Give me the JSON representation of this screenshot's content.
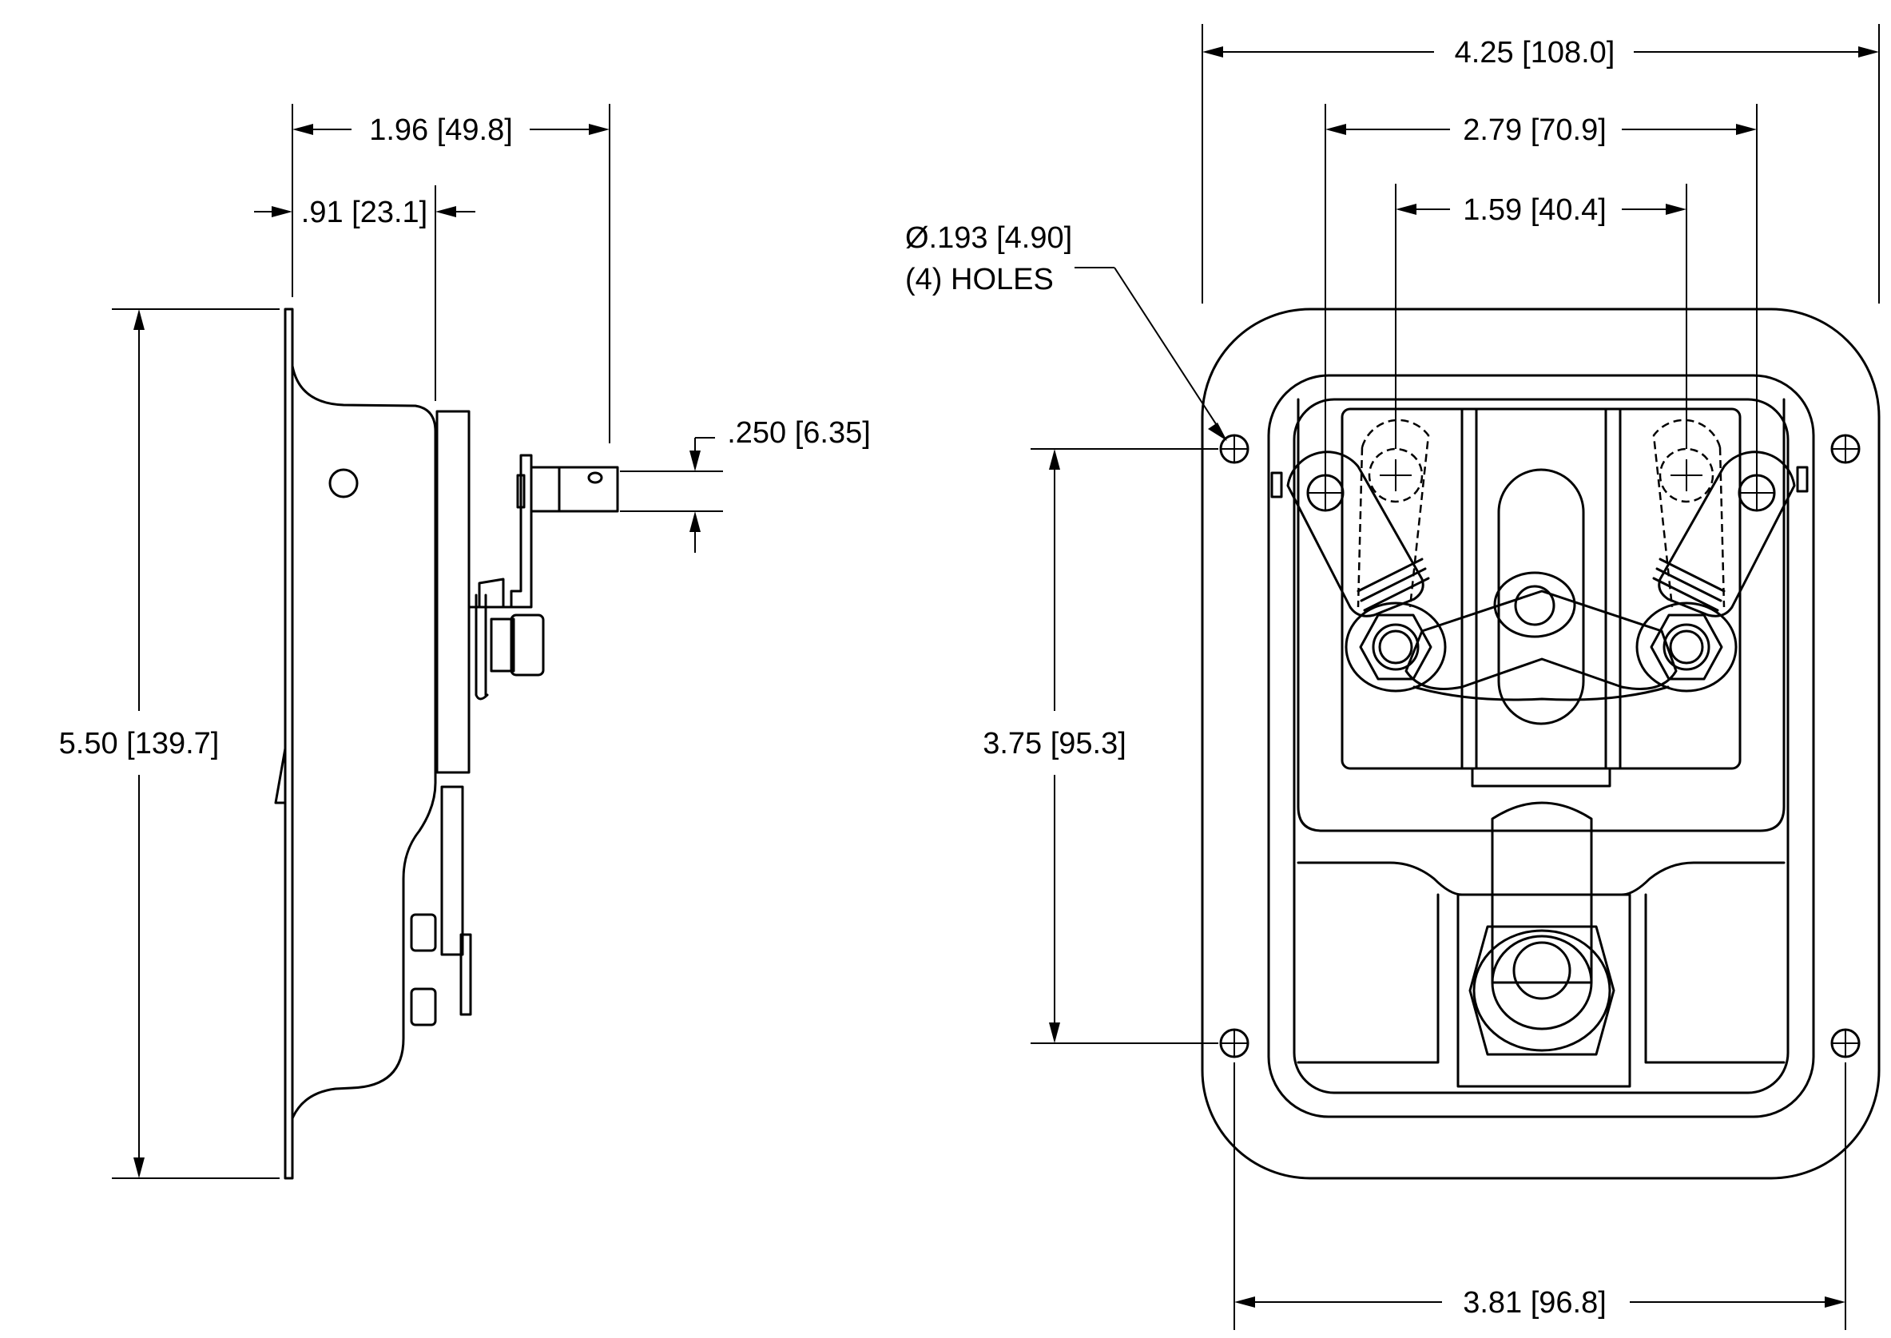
{
  "dimensions": {
    "side_flange_to_tip": "1.96 [49.8]",
    "side_depth": ".91 [23.1]",
    "shaft_thickness": ".250 [6.35]",
    "overall_height": "5.50 [139.7]",
    "overall_width": "4.25 [108.0]",
    "outer_pivot_spacing": "2.79 [70.9]",
    "inner_pivot_spacing": "1.59 [40.4]",
    "hole_vertical_spacing": "3.75 [95.3]",
    "hole_horizontal_spacing": "3.81 [96.8]"
  },
  "hole_callout": {
    "line1": "Ø.193 [4.90]",
    "line2": "(4) HOLES"
  }
}
